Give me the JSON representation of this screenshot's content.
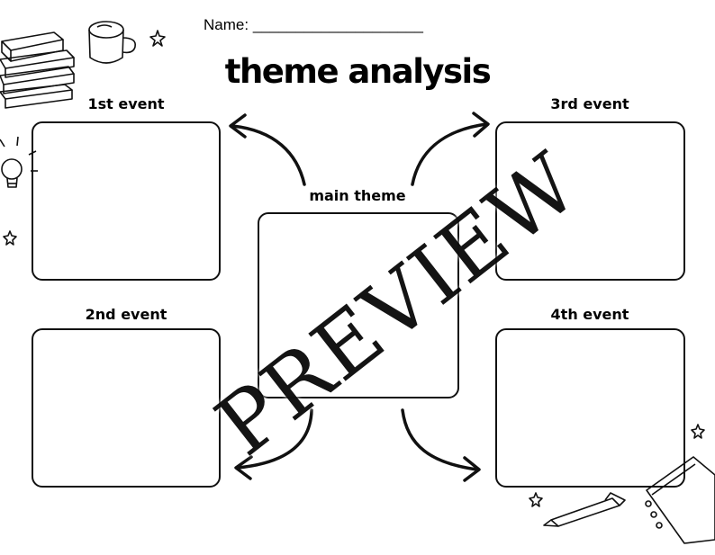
{
  "header": {
    "name_label": "Name:",
    "name_blank": "____________________"
  },
  "title": "theme analysis",
  "labels": {
    "event1": "1st event",
    "event2": "2nd event",
    "event3": "3rd event",
    "event4": "4th event",
    "main": "main theme"
  },
  "watermark": "PREVIEW",
  "decorations": [
    "books-icon",
    "mug-icon",
    "star-icon",
    "lightbulb-icon",
    "pen-icon",
    "notebook-icon"
  ]
}
